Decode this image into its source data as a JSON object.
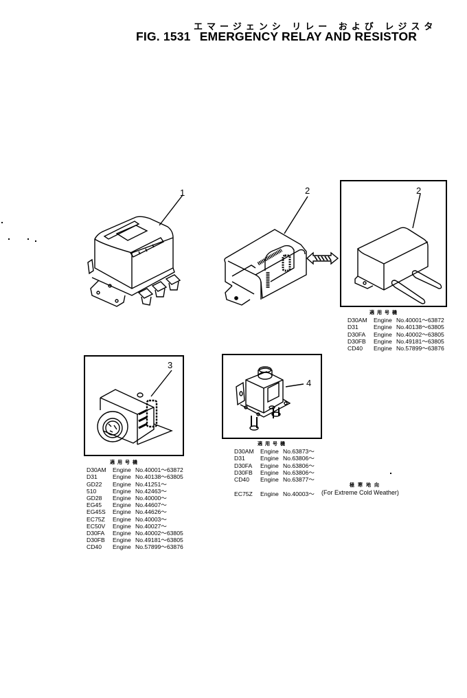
{
  "header": {
    "title_jp": "エマージェンシ リレー および レジスタ",
    "figure_number": "FIG. 1531",
    "title_en": "EMERGENCY RELAY AND RESISTOR"
  },
  "parts": [
    {
      "callout": "1",
      "name": "emergency-relay"
    },
    {
      "callout": "2",
      "name": "resistor"
    },
    {
      "callout": "2",
      "name": "resistor-alternate"
    },
    {
      "callout": "3",
      "name": "relay-3"
    },
    {
      "callout": "4",
      "name": "relay-4"
    }
  ],
  "tables": {
    "resistor_alt": {
      "header": "適用号機",
      "rows": [
        {
          "model": "D30AM",
          "engine": "Engine",
          "serial": "No.40001～63872"
        },
        {
          "model": "D31",
          "engine": "Engine",
          "serial": "No.40138～63805"
        },
        {
          "model": "D30FA",
          "engine": "Engine",
          "serial": "No.40002～63805"
        },
        {
          "model": "D30FB",
          "engine": "Engine",
          "serial": "No.49181～63805"
        },
        {
          "model": "CD40",
          "engine": "Engine",
          "serial": "No.57899～63876"
        }
      ]
    },
    "part3": {
      "header": "適用号機",
      "rows": [
        {
          "model": "D30AM",
          "engine": "Engine",
          "serial": "No.40001～63872"
        },
        {
          "model": "D31",
          "engine": "Engine",
          "serial": "No.40138～63805"
        },
        {
          "model": "GD22",
          "engine": "Engine",
          "serial": "No.41251～"
        },
        {
          "model": "510",
          "engine": "Engine",
          "serial": "No.42463～"
        },
        {
          "model": "GD28",
          "engine": "Engine",
          "serial": "No.40000～"
        },
        {
          "model": "EG45",
          "engine": "Engine",
          "serial": "No.44607～"
        },
        {
          "model": "EG45S",
          "engine": "Engine",
          "serial": "No.44626～"
        },
        {
          "model": "EC75Z",
          "engine": "Engine",
          "serial": "No.40003～"
        },
        {
          "model": "EC50V",
          "engine": "Engine",
          "serial": "No.40027～"
        },
        {
          "model": "D30FA",
          "engine": "Engine",
          "serial": "No.40002～63805"
        },
        {
          "model": "D30FB",
          "engine": "Engine",
          "serial": "No.49181～63805"
        },
        {
          "model": "CD40",
          "engine": "Engine",
          "serial": "No.57899～63876"
        }
      ]
    },
    "part4": {
      "header": "適用号機",
      "rows": [
        {
          "model": "D30AM",
          "engine": "Engine",
          "serial": "No.63873～"
        },
        {
          "model": "D31",
          "engine": "Engine",
          "serial": "No.63806～"
        },
        {
          "model": "D30FA",
          "engine": "Engine",
          "serial": "No.63806～"
        },
        {
          "model": "D30FB",
          "engine": "Engine",
          "serial": "No.63806～"
        },
        {
          "model": "CD40",
          "engine": "Engine",
          "serial": "No.63877～"
        }
      ],
      "extra_row": {
        "model": "EC75Z",
        "engine": "Engine",
        "serial": "No.40003～"
      },
      "note_jp": "極寒地向",
      "note_en": "(For Extreme Cold Weather)"
    }
  }
}
